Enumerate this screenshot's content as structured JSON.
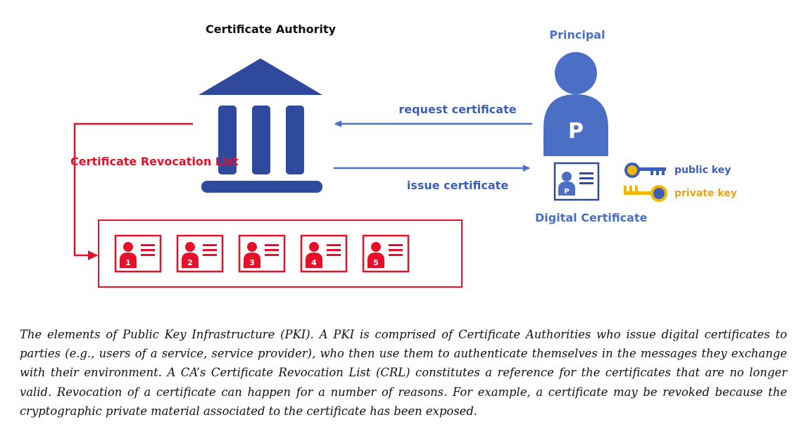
{
  "diagram": {
    "ca_label": "Certificate Authority",
    "principal_label": "Principal",
    "principal_initial": "P",
    "request_label": "request certificate",
    "issue_label": "issue certificate",
    "crl_label": "Certificate Revocation List",
    "digital_cert_label": "Digital Certificate",
    "digital_cert_initial": "P",
    "public_key_label": "public key",
    "private_key_label": "private key",
    "revoked_cert_numbers": [
      "1",
      "2",
      "3",
      "4",
      "5"
    ],
    "colors": {
      "ca_blue": "#2f4a9c",
      "principal_blue": "#4a6fc4",
      "arrow_blue": "#4a6fc4",
      "crl_red": "#e5112a",
      "public_key_blue": "#3c5eb5",
      "key_gold": "#f2b705"
    }
  },
  "caption": "The elements of Public Key Infrastructure (PKI). A PKI is comprised of Certificate Authorities who issue digital certificates to parties (e.g., users of a service, service provider), who then use them to authenticate themselves in the messages they exchange with their environment. A CA’s Certificate Revocation List (CRL) constitutes a reference for the certificates that are no longer valid. Revocation of a certificate can happen for a number of reasons. For example, a certificate may be revoked because the cryptographic private material associated to the certificate has been exposed."
}
